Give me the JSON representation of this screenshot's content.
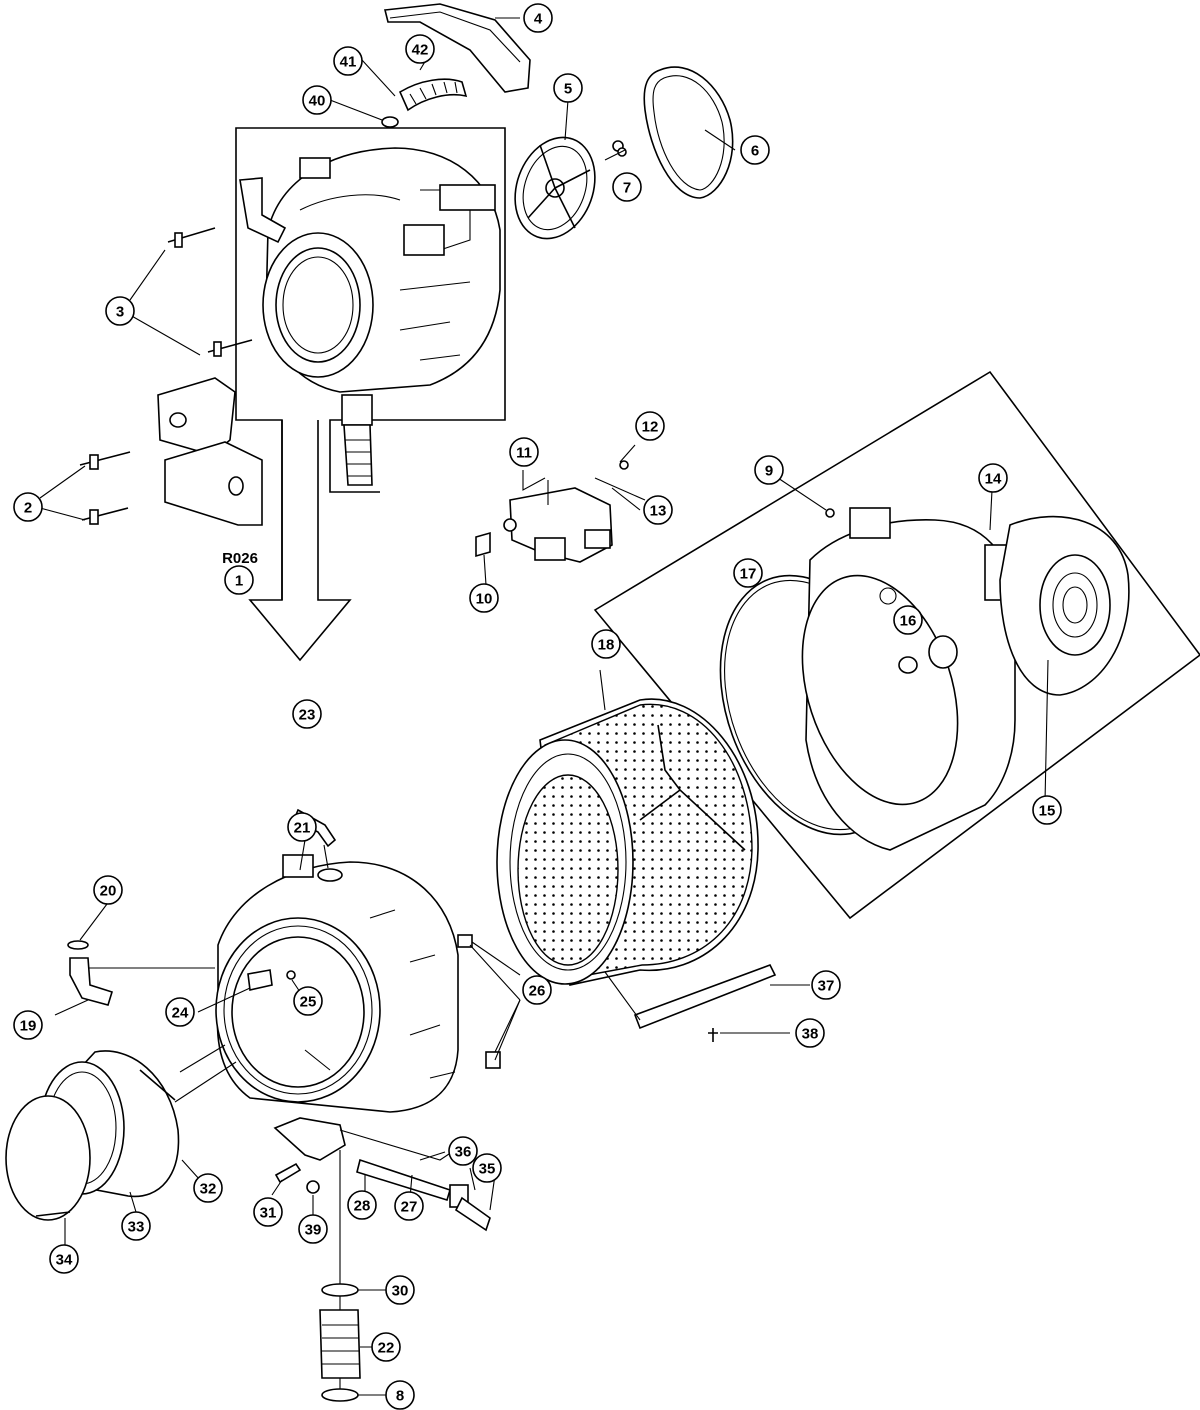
{
  "diagram": {
    "reference_code": "R026",
    "callouts": [
      "1",
      "2",
      "3",
      "4",
      "5",
      "6",
      "7",
      "8",
      "9",
      "10",
      "11",
      "12",
      "13",
      "14",
      "15",
      "16",
      "17",
      "18",
      "19",
      "20",
      "21",
      "22",
      "23",
      "24",
      "25",
      "26",
      "27",
      "28",
      "30",
      "31",
      "32",
      "33",
      "34",
      "35",
      "36",
      "37",
      "38",
      "39",
      "40",
      "41",
      "42"
    ]
  }
}
